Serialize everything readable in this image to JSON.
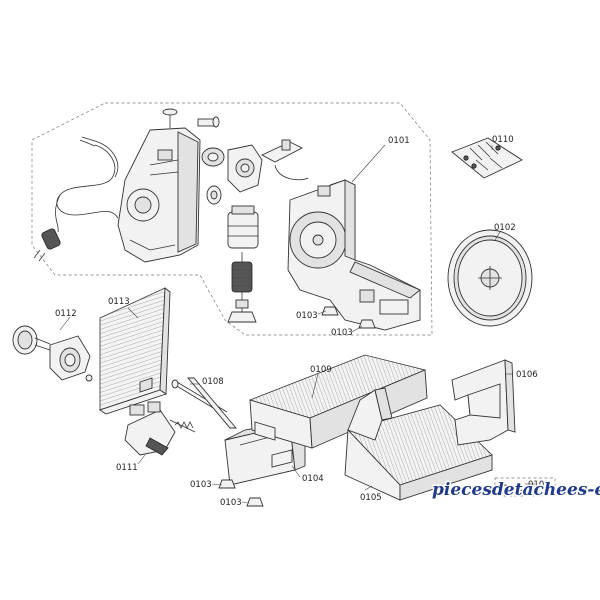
{
  "labels": {
    "p0101": "0101",
    "p0102": "0102",
    "p0103a": "0103",
    "p0103b": "0103",
    "p0103c": "0103",
    "p0103d": "0103",
    "p0104": "0104",
    "p0105": "0105",
    "p0106": "0106",
    "p0107": "0107",
    "p0108": "0108",
    "p0109": "0109",
    "p0110": "0110",
    "p0111": "0111",
    "p0112": "0112",
    "p0113": "0113"
  },
  "watermark": "piecesdetachees-elec.com",
  "colors": {
    "line": "#333333",
    "watermark": "#1f3a8a"
  }
}
